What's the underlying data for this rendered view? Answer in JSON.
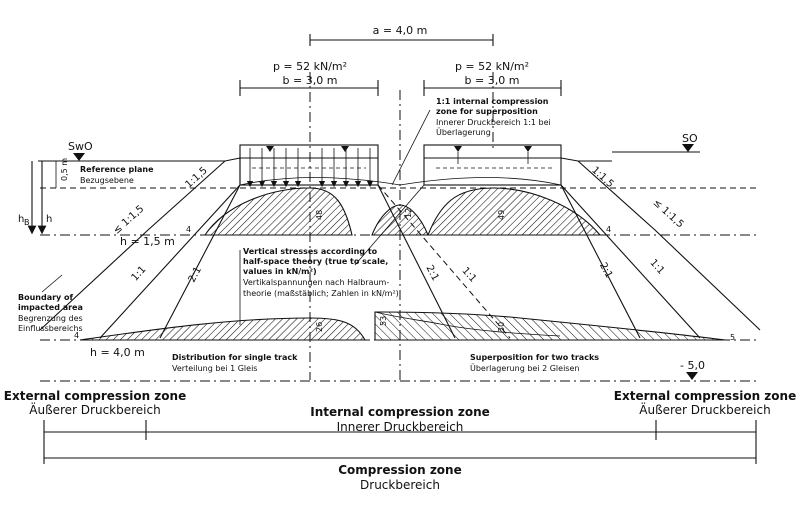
{
  "dims": {
    "a": "a = 4,0 m",
    "p_left": "p = 52 kN/m²",
    "b_left": "b = 3,0 m",
    "p_right": "p = 52 kN/m²",
    "b_right": "b = 3,0 m",
    "h_ref": "0,5 m",
    "h15": "h = 1,5 m",
    "h40": "h = 4,0 m",
    "hB": "h",
    "hB_sub": "B",
    "h": "h"
  },
  "levels": {
    "swo": "SwO",
    "so": "SO",
    "minus5": "- 5,0"
  },
  "slopes": {
    "left_top": "1:1,5",
    "right_top": "1:1,5",
    "left_le": "≤ 1:1,5",
    "right_le": "≤ 1:1,5",
    "left_11": "1:1",
    "left_21": "2:1",
    "mid_21": "2:1",
    "mid_11": "1:1",
    "right_21": "2:1",
    "right_11": "1:1"
  },
  "values": {
    "v48": "48",
    "v49": "49",
    "v12": "12",
    "v4a": "4",
    "v4b": "4",
    "v26": "26",
    "v53": "53",
    "v30": "30",
    "v4c": "4",
    "v5": "5"
  },
  "notes": {
    "ref_en": "Reference plane",
    "ref_de": "Bezugsebene",
    "internal_en_1": "1:1 internal compression",
    "internal_en_2": "zone for superposition",
    "internal_de_1": "Innerer Druckbereich 1:1 bei",
    "internal_de_2": "Überlagerung",
    "vs_en_1": "Vertical stresses according to",
    "vs_en_2": "half-space theory (true to scale,",
    "vs_en_3": "values in kN/m²)",
    "vs_de_1": "Vertikalspannungen nach Halbraum-",
    "vs_de_2": "theorie (maßstäblich; Zahlen in kN/m²)",
    "boundary_en_1": "Boundary of",
    "boundary_en_2": "impacted area",
    "boundary_de_1": "Begrenzung des",
    "boundary_de_2": "Einflussbereichs",
    "single_en": "Distribution for single track",
    "single_de": "Verteilung bei 1 Gleis",
    "super_en": "Superposition for two tracks",
    "super_de": "Überlagerung bei 2 Gleisen"
  },
  "zones": {
    "ext_left_en": "External compression zone",
    "ext_left_de": "Äußerer Druckbereich",
    "internal_en": "Internal compression zone",
    "internal_de": "Innerer Druckbereich",
    "ext_right_en": "External compression zone",
    "ext_right_de": "Äußerer Druckbereich",
    "comp_en": "Compression zone",
    "comp_de": "Druckbereich"
  }
}
